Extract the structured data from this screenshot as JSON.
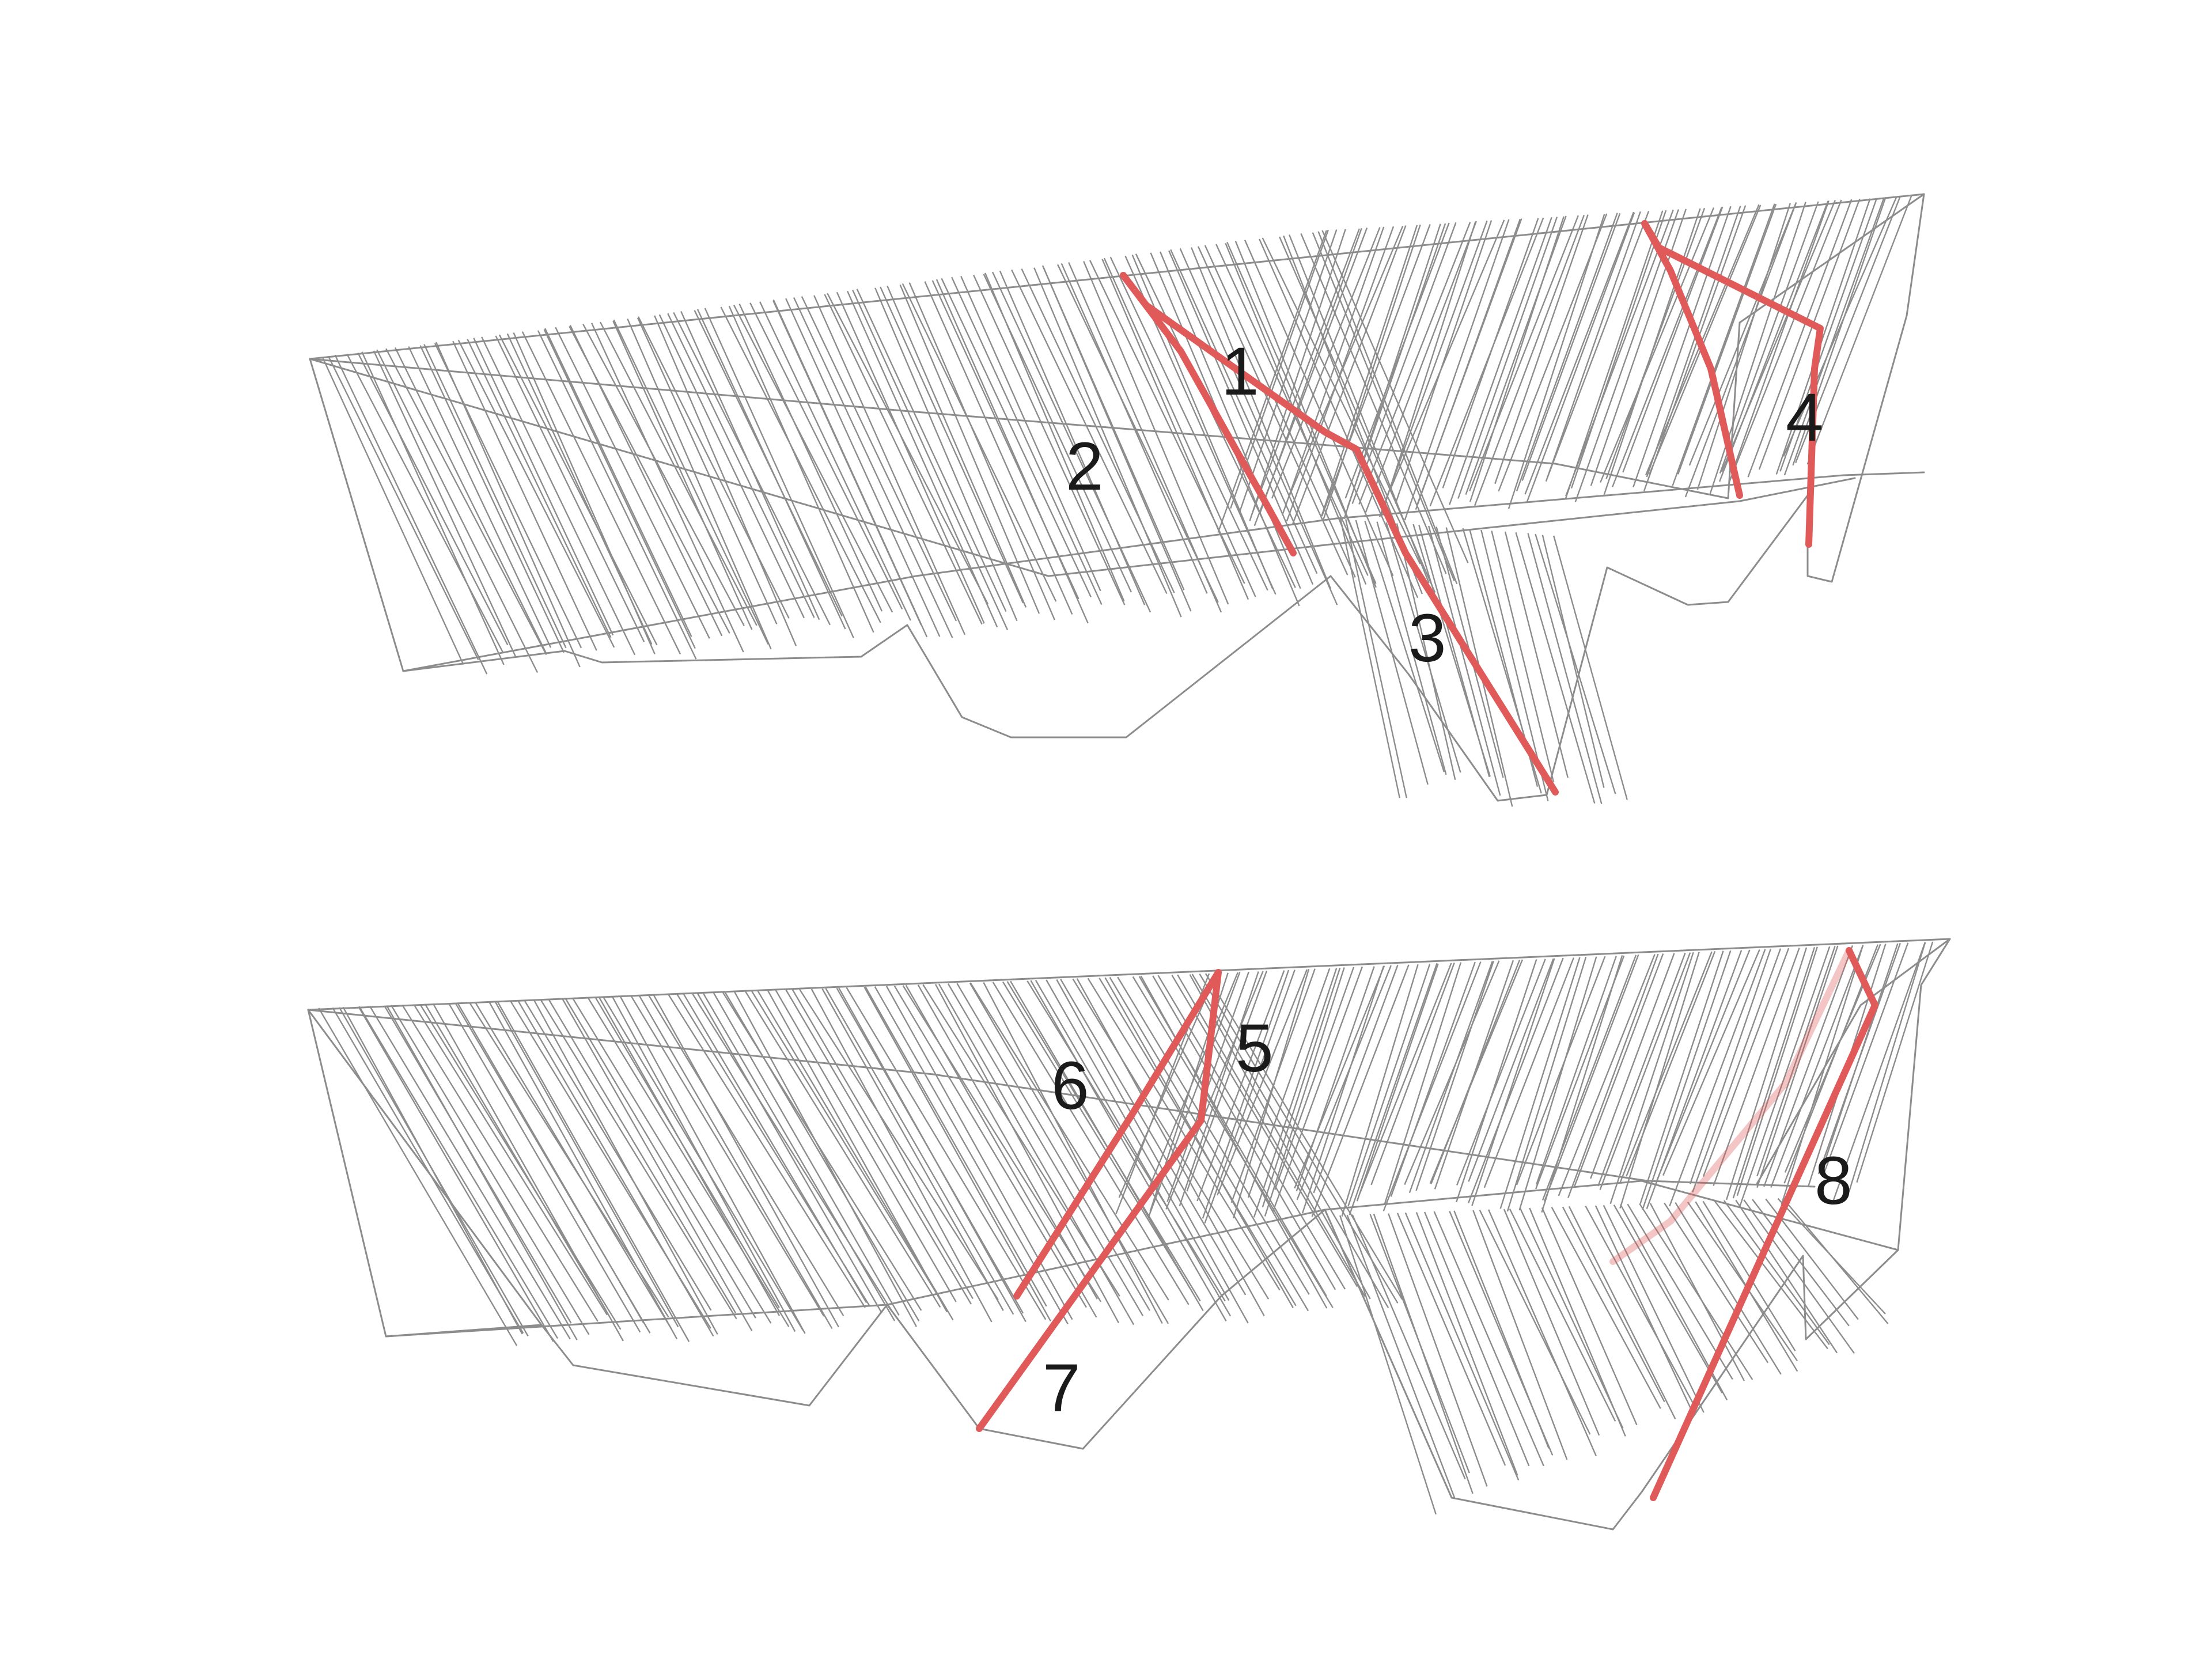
{
  "colors": {
    "background": "#ffffff",
    "mesh_line": "#8c8c8c",
    "highlight": "#e05a5a",
    "label_text": "#1a1a1a"
  },
  "labels": {
    "l1": "1",
    "l2": "2",
    "l3": "3",
    "l4": "4",
    "l5": "5",
    "l6": "6",
    "l7": "7",
    "l8": "8"
  }
}
